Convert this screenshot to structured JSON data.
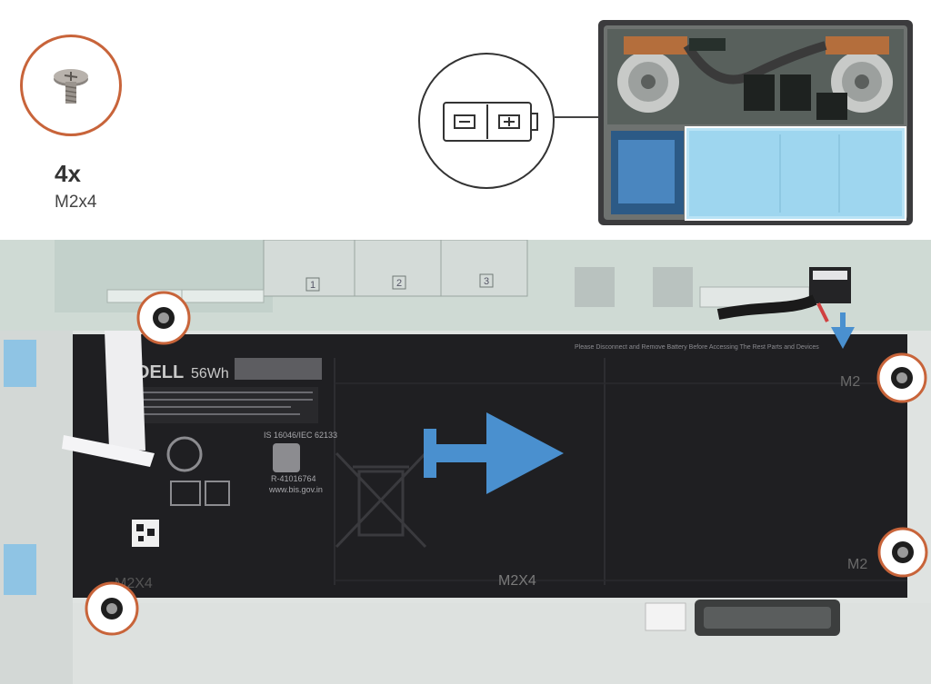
{
  "legend": {
    "count": "4x",
    "size": "M2x4"
  },
  "battery_label": {
    "brand": "DELL",
    "capacity": "56Wh",
    "warning": "Please Disconnect and Remove Battery Before Accessing The Rest Parts and Devices",
    "standard_line": "IS 16046/IEC 62133",
    "cert_code": "R-41016764",
    "cert_site": "www.bis.gov.in"
  },
  "screw_marks": {
    "bottom_left": "M2X4",
    "bottom_center": "M2X4",
    "right_top": "M2",
    "right_bottom": "M2"
  },
  "board_numbers": [
    "1",
    "2",
    "3"
  ],
  "colors": {
    "callout_ring": "#c8643a",
    "arrow": "#4a90cf",
    "battery": "#1f1f22",
    "highlight": "#b9e3f5"
  },
  "icons": [
    "screw-icon",
    "battery-icon",
    "slide-arrow-icon",
    "connector-arrow-icon"
  ]
}
